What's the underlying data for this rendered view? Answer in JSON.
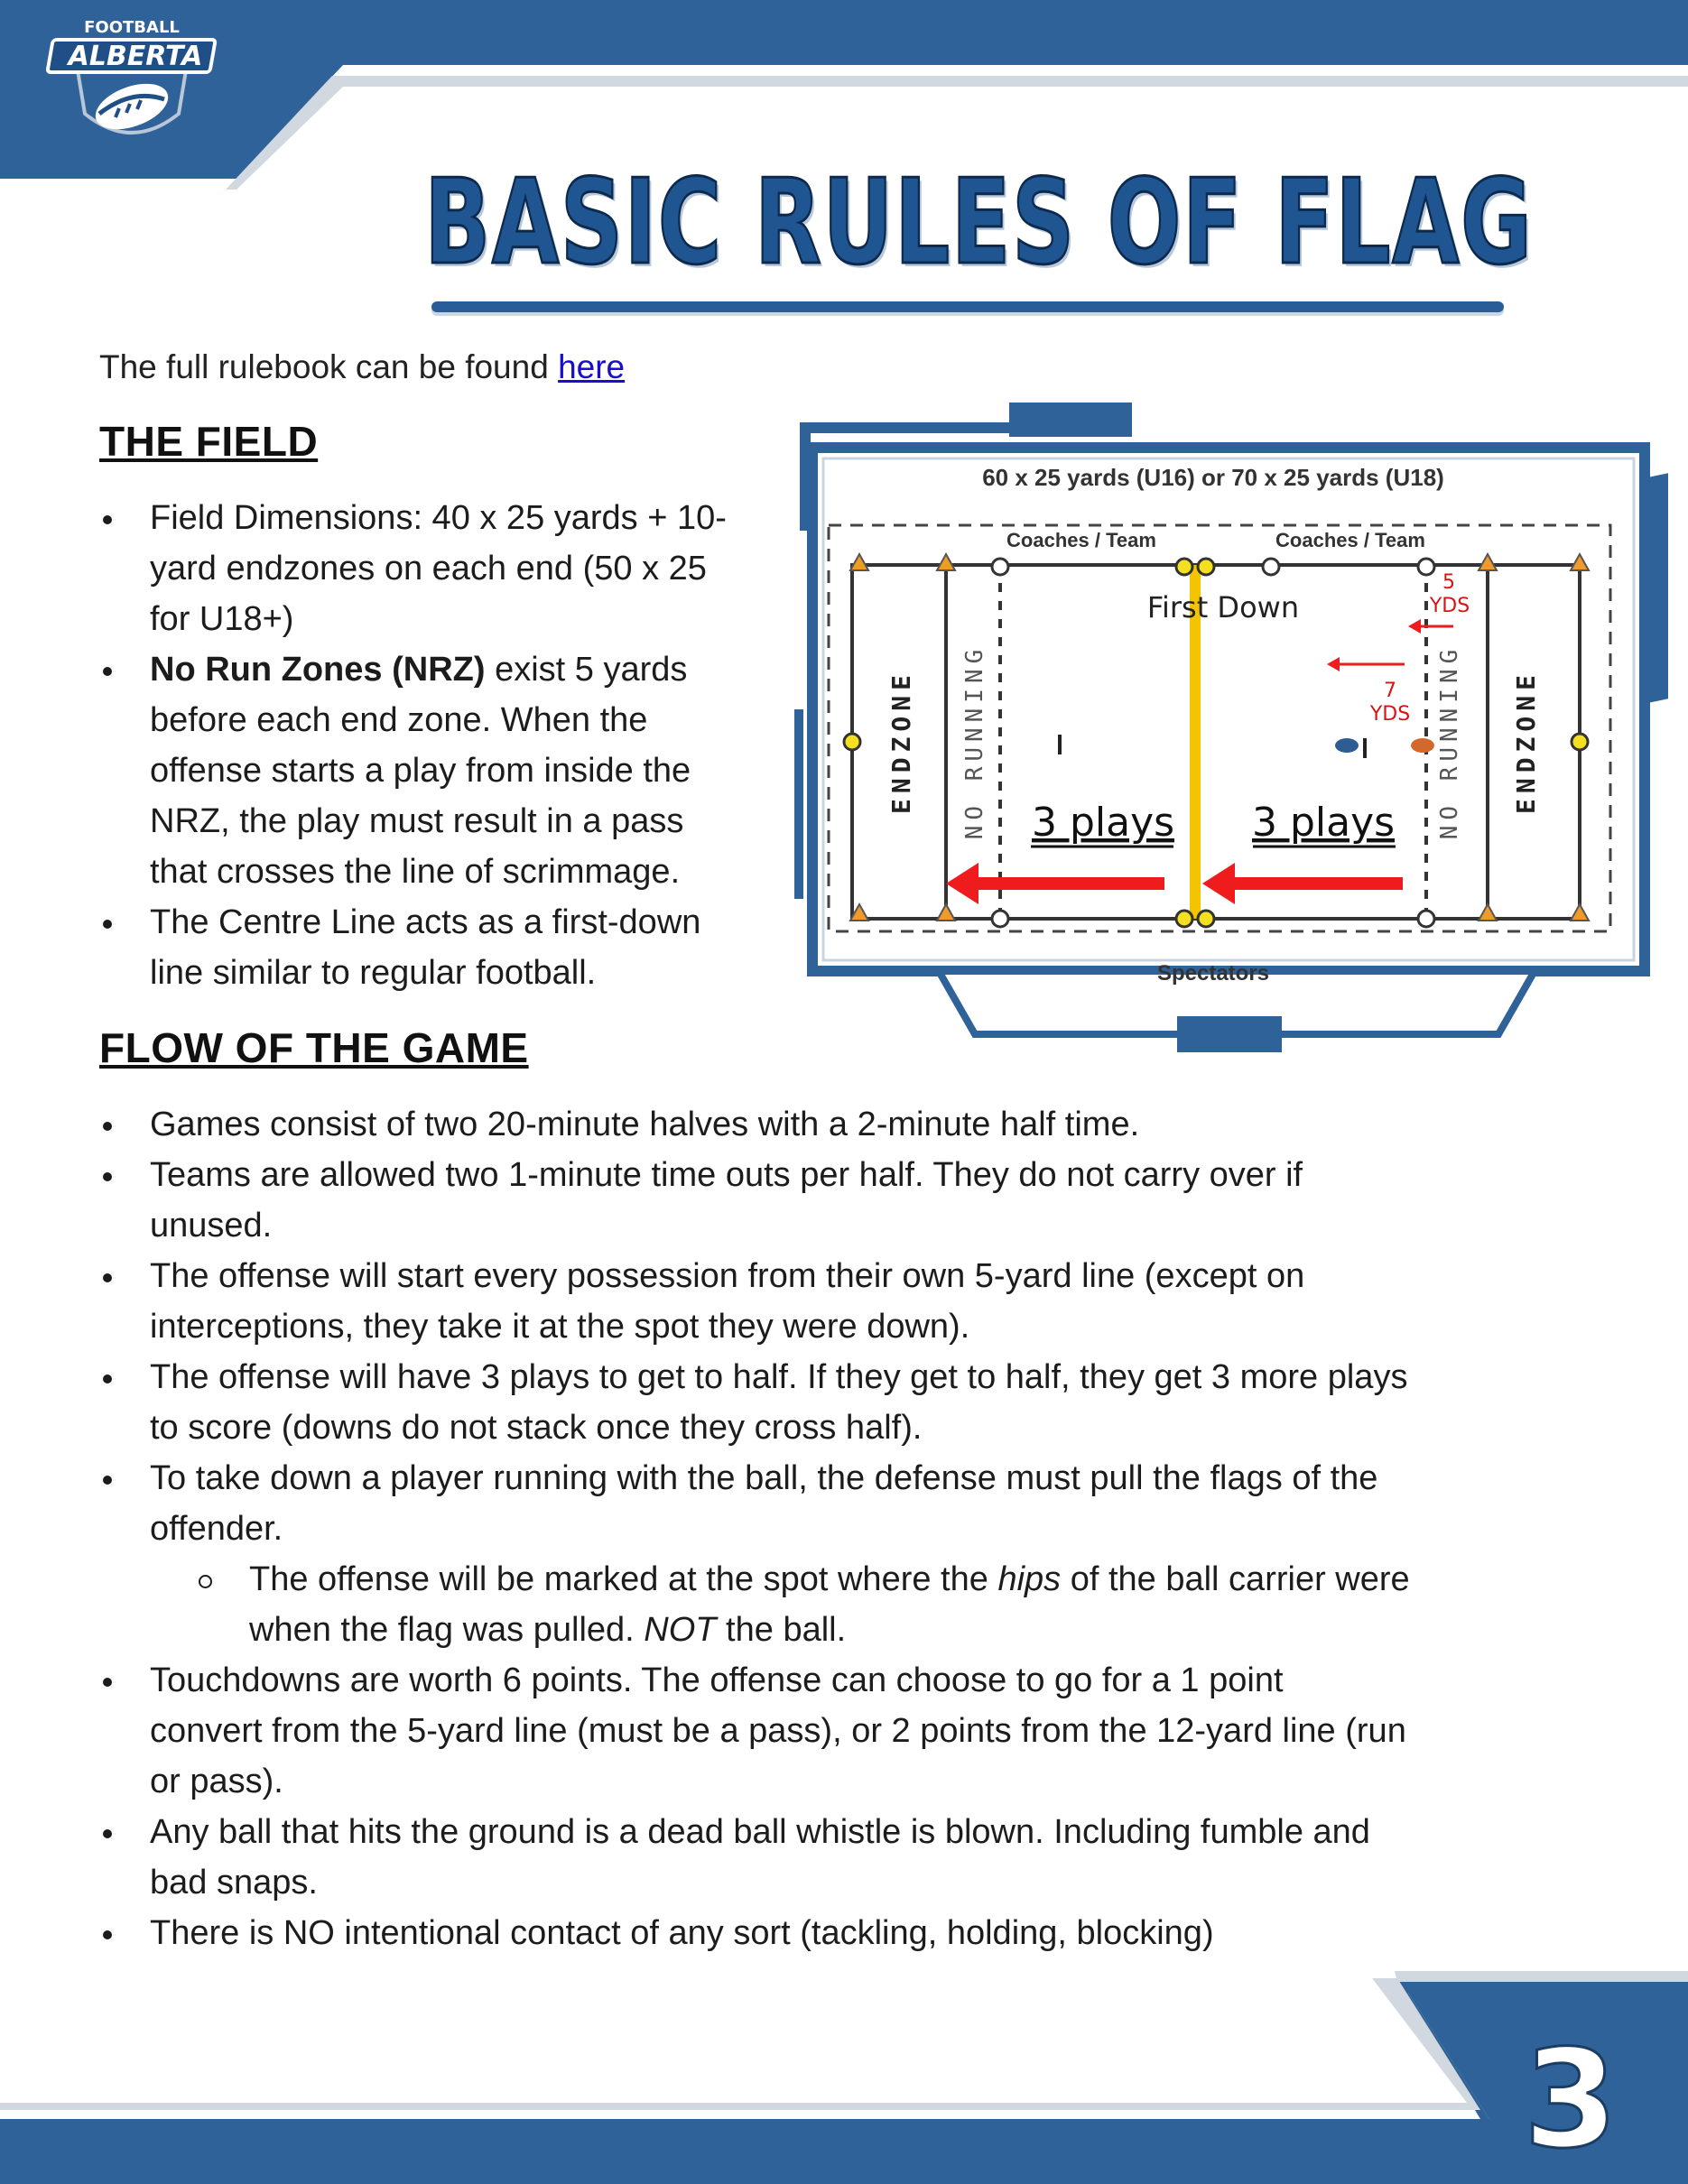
{
  "logo": {
    "top_text": "FOOTBALL",
    "main_text": "ALBERTA",
    "icon": "football-icon"
  },
  "colors": {
    "brand_blue": "#2f6299",
    "dark_blue": "#1f4f86",
    "arrow_red": "#ee1c1c",
    "centre_line": "#f5c400"
  },
  "title": "BASIC RULES OF FLAG",
  "intro": {
    "text": "The full rulebook can be found ",
    "link_label": "here"
  },
  "field_section": {
    "heading": "THE FIELD",
    "bullets": [
      {
        "lines": [
          "Field Dimensions: 40 x 25 yards + 10-",
          "yard endzones on each end (50 x 25",
          "for U18+)"
        ]
      },
      {
        "bold": "No Run Zones (NRZ)",
        "lines": [
          " exist 5 yards",
          "before each end zone. When the",
          "offense starts a play from inside the",
          "NRZ, the play must result in a pass",
          "that crosses the line of scrimmage."
        ]
      },
      {
        "lines": [
          "The Centre Line acts as a first-down",
          "line similar to regular football."
        ]
      }
    ]
  },
  "diagram": {
    "dimensions_label": "60 x 25 yards (U16) or 70 x 25 yards (U18)",
    "coaches_left": "Coaches / Team",
    "coaches_right": "Coaches / Team",
    "first_down": "First Down",
    "endzone_label": "ENDZONE",
    "no_running_label": "NO RUNNING",
    "plays_left": "3 plays",
    "plays_right": "3 plays",
    "yds5_num": "5",
    "yds7_num": "7",
    "yds_unit": "YDS",
    "spectators": "Spectators"
  },
  "flow_section": {
    "heading": "FLOW OF THE GAME",
    "bullets": [
      {
        "lines": [
          "Games consist of two 20-minute halves with a 2-minute half time."
        ]
      },
      {
        "lines": [
          "Teams are allowed two 1-minute time outs per half. They do not carry over if",
          "unused."
        ]
      },
      {
        "lines": [
          "The offense will start every possession from their own 5-yard line (except on",
          "interceptions, they take it at the spot they were down)."
        ]
      },
      {
        "lines": [
          "The offense will have 3 plays to get to half. If they get to half, they get 3 more plays",
          "to score (downs do not stack once they cross half)."
        ]
      },
      {
        "lines": [
          "To take down a player running with the ball, the defense must pull the flags of the",
          "offender."
        ]
      },
      {
        "sub": true,
        "p1": "The offense will be marked at the spot where the ",
        "i1": "hips",
        "p2": " of the ball carrier were",
        "p3": "when the flag was pulled. ",
        "i2": "NOT",
        "p4": " the ball."
      },
      {
        "lines": [
          "Touchdowns are worth 6 points. The offense can choose to go for a 1 point",
          "convert from the 5-yard line (must be a pass), or 2 points from the 12-yard line (run",
          "or pass)."
        ]
      },
      {
        "lines": [
          "Any ball that hits the ground is a dead ball whistle is blown. Including fumble and",
          "bad snaps."
        ]
      },
      {
        "lines": [
          "There is NO intentional contact of any sort (tackling, holding, blocking)"
        ]
      }
    ]
  },
  "page_number": "3"
}
